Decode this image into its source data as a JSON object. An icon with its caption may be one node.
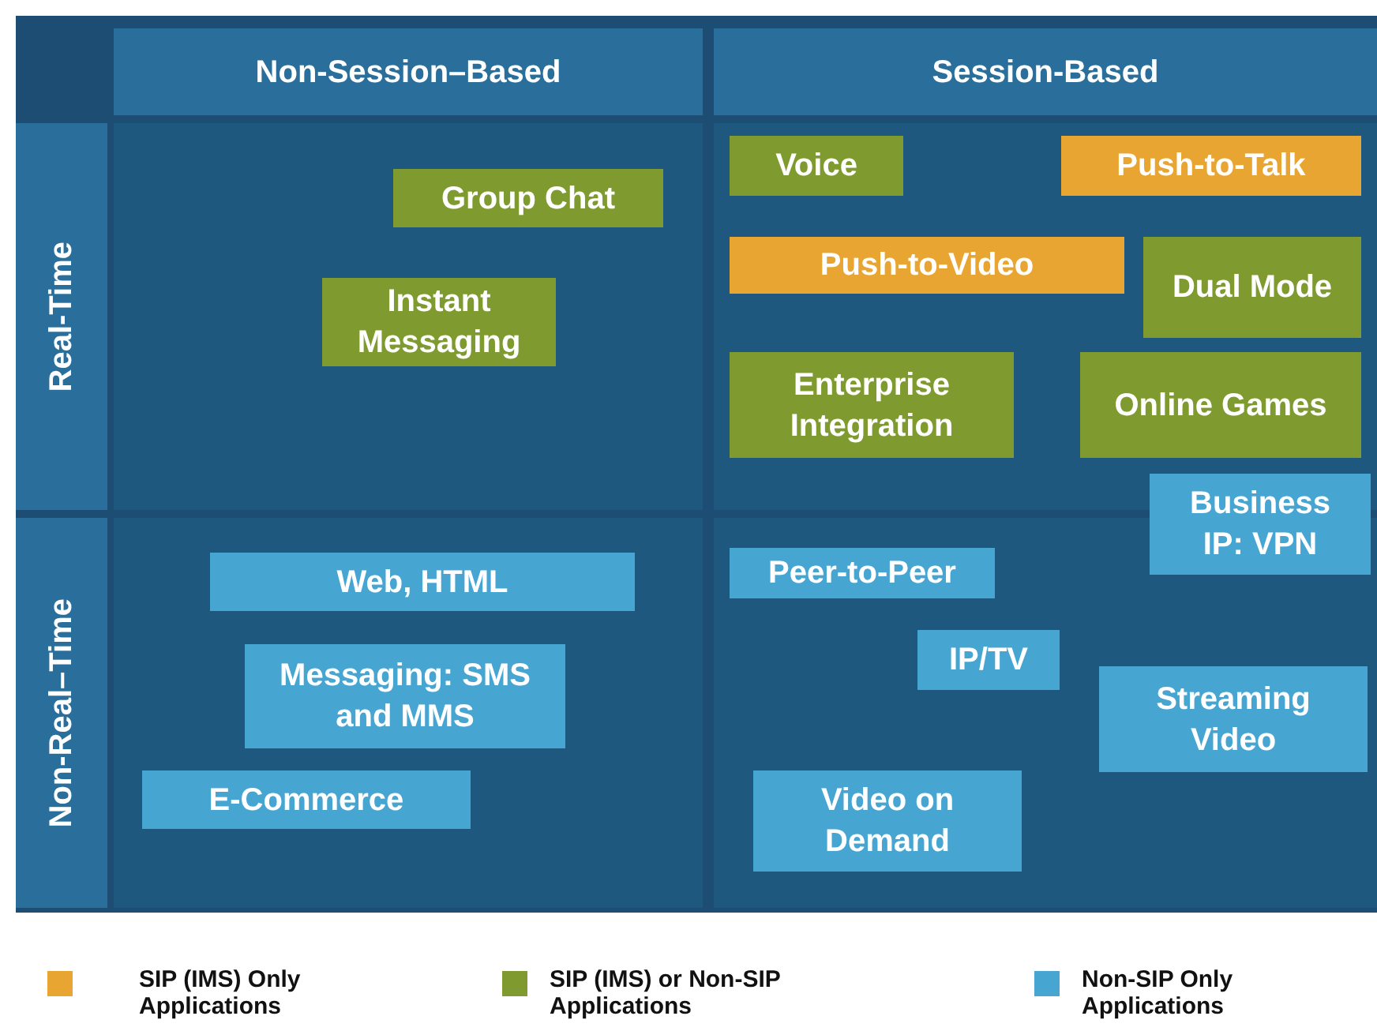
{
  "diagram": {
    "nodes": [
      {
        "text": [
          "Non-Session–Based"
        ]
      },
      {
        "text": [
          "Session-Based"
        ]
      },
      {
        "text": [
          "Real-Time"
        ]
      },
      {
        "text": [
          "Non-Real–Time"
        ]
      },
      {
        "text": [
          "Group Chat"
        ]
      },
      {
        "text": [
          "Instant Messaging"
        ]
      },
      {
        "text": [
          "Voice"
        ]
      },
      {
        "text": [
          "Push-to-Talk"
        ]
      },
      {
        "text": [
          "Push-to-Video"
        ]
      },
      {
        "text": [
          "Dual Mode"
        ]
      },
      {
        "text": [
          "Enterprise Integration"
        ]
      },
      {
        "text": [
          "Online Games"
        ]
      },
      {
        "text": [
          "Business IP: VPN"
        ]
      },
      {
        "text": [
          "Web, HTML"
        ]
      },
      {
        "text": [
          "Messaging: SMS and MMS"
        ]
      },
      {
        "text": [
          "E-Commerce"
        ]
      },
      {
        "text": [
          "Peer-to-Peer"
        ]
      },
      {
        "text": [
          "IP/TV"
        ]
      },
      {
        "text": [
          "Streaming Video"
        ]
      },
      {
        "text": [
          "Video on Demand"
        ]
      }
    ],
    "edges": [],
    "legend": [
      {
        "text": "SIP (IMS) Only Applications",
        "color": "#e9a531"
      },
      {
        "text": "SIP (IMS) or Non-SIP Applications",
        "color": "#7f9a2f"
      },
      {
        "text": "Non-SIP Only Applications",
        "color": "#47a5d2"
      }
    ]
  }
}
